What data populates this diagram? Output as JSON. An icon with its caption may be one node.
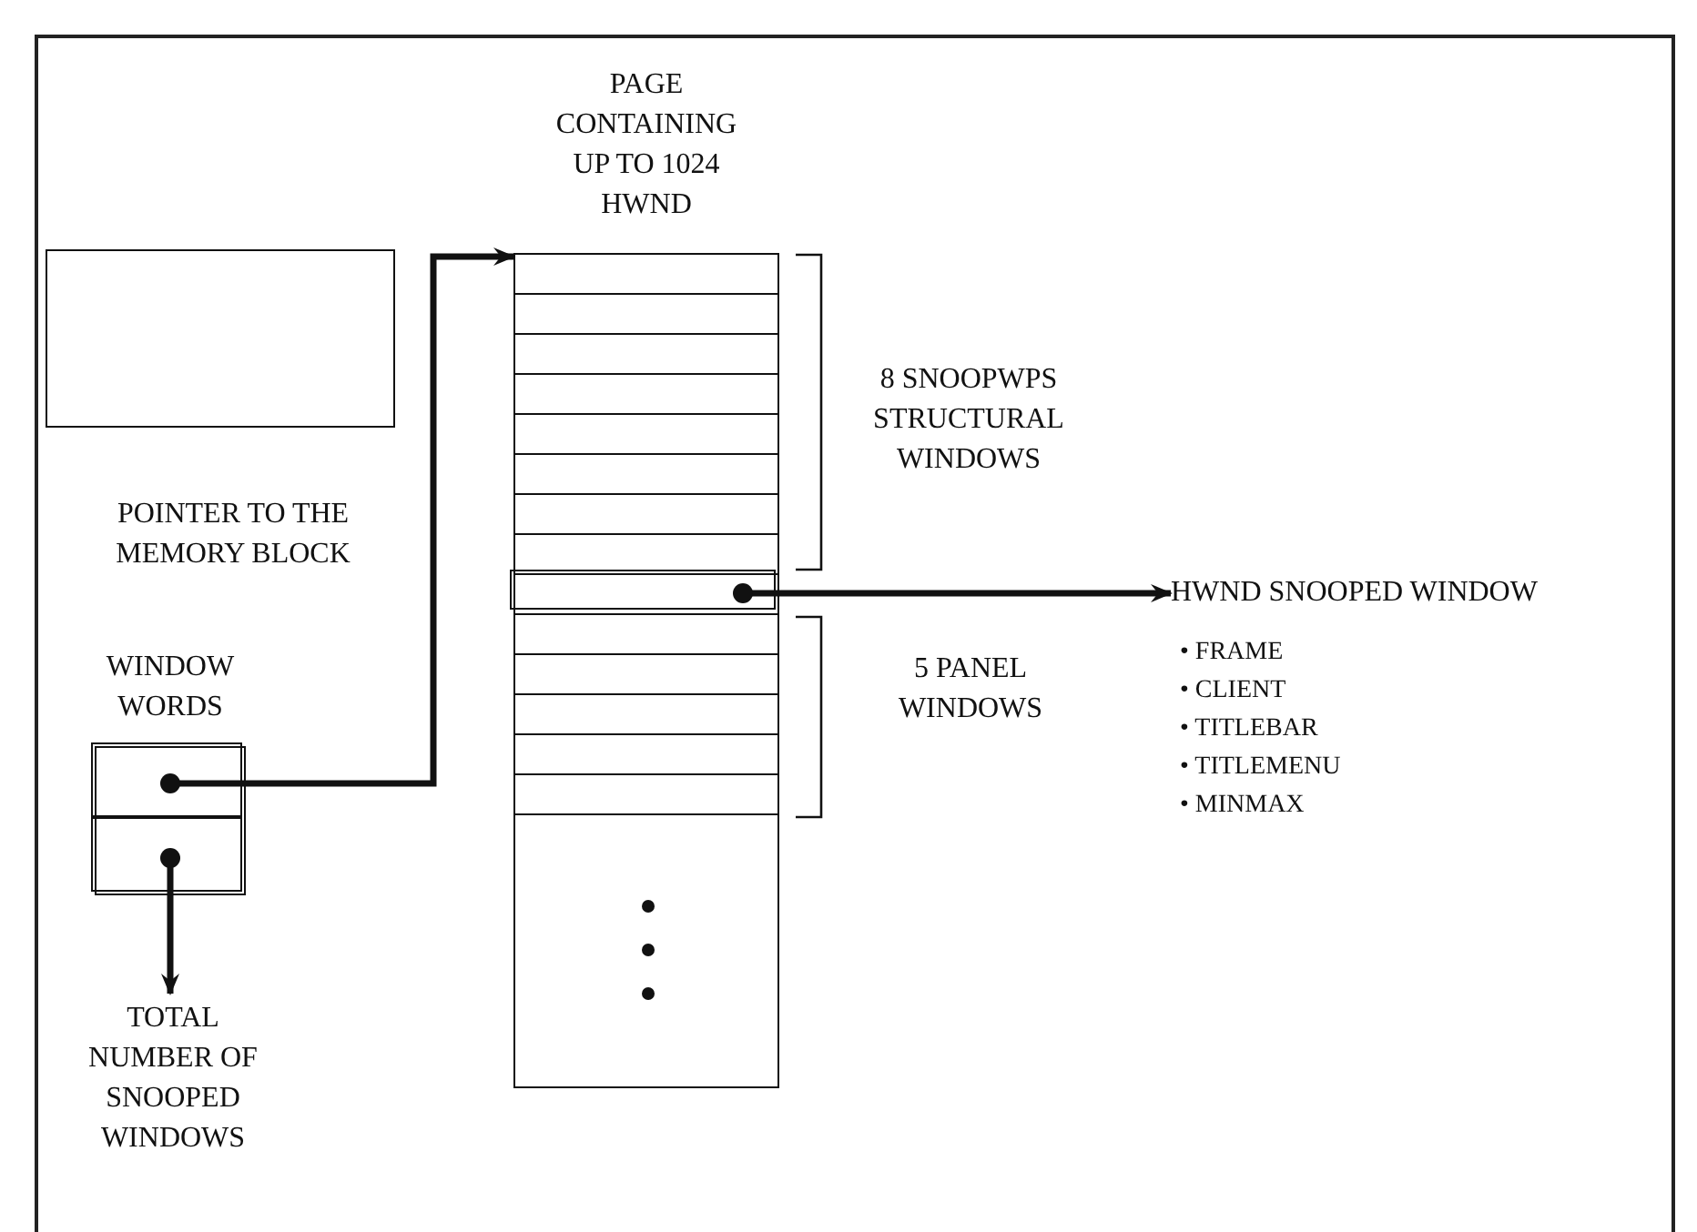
{
  "diagram": {
    "nodes": [
      {
        "text": [],
        "shape": "box"
      },
      {
        "text": [
          "WINDOW WORDS"
        ]
      },
      {
        "text": [],
        "shape": "box",
        "in": 1
      },
      {
        "text": [],
        "shape": "box",
        "in": 1
      },
      {
        "text": [
          "PAGE CONTAINING UP TO 1024 HWND"
        ]
      },
      {
        "text": [],
        "shape": "box",
        "in": 4
      },
      {
        "text": [
          "HWND SNOOPED WINDOW"
        ],
        "beside": [
          "• FRAME",
          "• CLIENT",
          "• TITLEBAR",
          "• TITLEMENU",
          "• MINMAX"
        ]
      },
      {
        "text": [
          "TOTAL NUMBER OF SNOOPED WINDOWS"
        ]
      }
    ],
    "edges": [
      {
        "from": 2,
        "to": 4,
        "arrow": "to"
      },
      {
        "from": 3,
        "to": 7,
        "arrow": "to"
      },
      {
        "from": 5,
        "to": 6,
        "arrow": "to"
      }
    ],
    "labels": [
      "POINTER TO THE MEMORY BLOCK",
      "8 SNOOPWPS STRUCTURAL WINDOWS",
      "5 PANEL WINDOWS"
    ]
  }
}
